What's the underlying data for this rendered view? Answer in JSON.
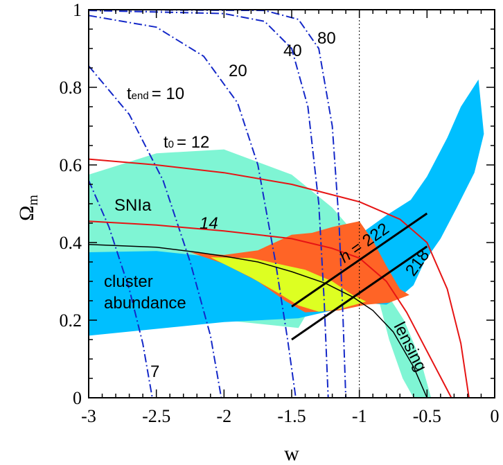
{
  "chart_data": {
    "type": "line",
    "xlabel": "w",
    "ylabel": "Ω",
    "ylabel_sub": "m",
    "xlim": [
      -3,
      0
    ],
    "ylim": [
      0,
      1
    ],
    "xticks": [
      -3,
      -2.5,
      -2,
      -1.5,
      -1,
      -0.5,
      0
    ],
    "xtick_labels": [
      "-3",
      "-2.5",
      "-2",
      "-1.5",
      "-1",
      "-0.5",
      "0"
    ],
    "yticks": [
      0,
      0.2,
      0.4,
      0.6,
      0.8,
      1
    ],
    "ytick_labels": [
      "0",
      "0.2",
      "0.4",
      "0.6",
      "0.8",
      "1"
    ],
    "grid": false,
    "colors": {
      "snia": "#7ff5d4",
      "cluster": "#00bfff",
      "orange": "#ff6426",
      "yellow": "#ddff22",
      "tend": "#1428c8",
      "t0": "#e61414",
      "lensing": "#000000",
      "h": "#000000"
    },
    "regions": [
      {
        "id": "snia",
        "polygon": [
          [
            -3,
            0.575
          ],
          [
            -2.5,
            0.63
          ],
          [
            -2,
            0.64
          ],
          [
            -1.5,
            0.575
          ],
          [
            -1.2,
            0.49
          ],
          [
            -1.05,
            0.43
          ],
          [
            -0.9,
            0.31
          ],
          [
            -0.78,
            0.15
          ],
          [
            -0.68,
            0.05
          ],
          [
            -0.6,
            0
          ],
          [
            -0.47,
            0
          ],
          [
            -0.55,
            0.1
          ],
          [
            -0.67,
            0.2
          ],
          [
            -0.8,
            0.27
          ],
          [
            -1.0,
            0.32
          ],
          [
            -1.3,
            0.27
          ],
          [
            -1.45,
            0.18
          ],
          [
            -2.0,
            0.2
          ],
          [
            -3,
            0.19
          ]
        ]
      },
      {
        "id": "cluster",
        "polygon": [
          [
            -3,
            0.375
          ],
          [
            -2.5,
            0.378
          ],
          [
            -2,
            0.36
          ],
          [
            -1.5,
            0.31
          ],
          [
            -1.2,
            0.33
          ],
          [
            -1.0,
            0.42
          ],
          [
            -0.8,
            0.47
          ],
          [
            -0.62,
            0.51
          ],
          [
            -0.5,
            0.57
          ],
          [
            -0.35,
            0.67
          ],
          [
            -0.25,
            0.75
          ],
          [
            -0.12,
            0.82
          ],
          [
            -0.08,
            0.68
          ],
          [
            -0.15,
            0.58
          ],
          [
            -0.28,
            0.49
          ],
          [
            -0.4,
            0.41
          ],
          [
            -0.52,
            0.35
          ],
          [
            -0.6,
            0.29
          ],
          [
            -0.7,
            0.26
          ],
          [
            -0.8,
            0.24
          ],
          [
            -1.0,
            0.245
          ],
          [
            -1.2,
            0.225
          ],
          [
            -1.45,
            0.205
          ],
          [
            -2.0,
            0.195
          ],
          [
            -3,
            0.16
          ]
        ]
      },
      {
        "id": "orange",
        "polygon": [
          [
            -2.25,
            0.375
          ],
          [
            -2.0,
            0.368
          ],
          [
            -1.75,
            0.38
          ],
          [
            -1.5,
            0.42
          ],
          [
            -1.35,
            0.425
          ],
          [
            -1.2,
            0.44
          ],
          [
            -1.0,
            0.455
          ],
          [
            -0.9,
            0.405
          ],
          [
            -0.8,
            0.34
          ],
          [
            -0.7,
            0.28
          ],
          [
            -0.63,
            0.265
          ],
          [
            -0.78,
            0.245
          ],
          [
            -0.95,
            0.24
          ],
          [
            -1.15,
            0.225
          ],
          [
            -1.4,
            0.22
          ],
          [
            -1.55,
            0.25
          ],
          [
            -1.75,
            0.3
          ],
          [
            -2.0,
            0.345
          ],
          [
            -2.25,
            0.375
          ]
        ]
      },
      {
        "id": "yellow",
        "polygon": [
          [
            -2.1,
            0.362
          ],
          [
            -1.8,
            0.36
          ],
          [
            -1.6,
            0.345
          ],
          [
            -1.4,
            0.33
          ],
          [
            -1.2,
            0.3
          ],
          [
            -1.05,
            0.265
          ],
          [
            -0.95,
            0.248
          ],
          [
            -1.15,
            0.228
          ],
          [
            -1.3,
            0.222
          ],
          [
            -1.45,
            0.238
          ],
          [
            -1.6,
            0.27
          ],
          [
            -1.8,
            0.31
          ],
          [
            -2.1,
            0.362
          ]
        ]
      }
    ],
    "series": [
      {
        "group": "tend",
        "label": "7",
        "values": [
          [
            -3,
            0.56
          ],
          [
            -2.85,
            0.44
          ],
          [
            -2.7,
            0.28
          ],
          [
            -2.6,
            0.14
          ],
          [
            -2.53,
            0
          ]
        ]
      },
      {
        "group": "tend",
        "label": "10",
        "values": [
          [
            -3,
            0.855
          ],
          [
            -2.7,
            0.73
          ],
          [
            -2.45,
            0.56
          ],
          [
            -2.25,
            0.35
          ],
          [
            -2.1,
            0.16
          ],
          [
            -2.02,
            0
          ]
        ]
      },
      {
        "group": "tend",
        "label": "20",
        "values": [
          [
            -3,
            0.985
          ],
          [
            -2.5,
            0.955
          ],
          [
            -2.15,
            0.88
          ],
          [
            -1.9,
            0.76
          ],
          [
            -1.75,
            0.6
          ],
          [
            -1.62,
            0.35
          ],
          [
            -1.53,
            0.15
          ],
          [
            -1.47,
            0
          ]
        ]
      },
      {
        "group": "tend",
        "label": "40",
        "values": [
          [
            -3,
            0.998
          ],
          [
            -2,
            0.99
          ],
          [
            -1.7,
            0.97
          ],
          [
            -1.5,
            0.9
          ],
          [
            -1.38,
            0.75
          ],
          [
            -1.3,
            0.5
          ],
          [
            -1.26,
            0.25
          ],
          [
            -1.23,
            0
          ]
        ]
      },
      {
        "group": "tend",
        "label": "80",
        "values": [
          [
            -3,
            1
          ],
          [
            -1.7,
            0.998
          ],
          [
            -1.45,
            0.975
          ],
          [
            -1.3,
            0.9
          ],
          [
            -1.2,
            0.7
          ],
          [
            -1.15,
            0.45
          ],
          [
            -1.12,
            0.2
          ],
          [
            -1.1,
            0
          ]
        ]
      },
      {
        "group": "t0",
        "label": "12",
        "values": [
          [
            -3,
            0.615
          ],
          [
            -2.5,
            0.6
          ],
          [
            -2,
            0.58
          ],
          [
            -1.5,
            0.55
          ],
          [
            -1,
            0.505
          ],
          [
            -0.7,
            0.46
          ],
          [
            -0.5,
            0.4
          ],
          [
            -0.35,
            0.28
          ],
          [
            -0.25,
            0.14
          ],
          [
            -0.19,
            0
          ]
        ]
      },
      {
        "group": "t0",
        "label": "14",
        "values": [
          [
            -3,
            0.455
          ],
          [
            -2.5,
            0.445
          ],
          [
            -2,
            0.43
          ],
          [
            -1.5,
            0.41
          ],
          [
            -1.2,
            0.385
          ],
          [
            -1,
            0.36
          ],
          [
            -0.8,
            0.3
          ],
          [
            -0.65,
            0.22
          ],
          [
            -0.5,
            0.12
          ],
          [
            -0.38,
            0.04
          ],
          [
            -0.32,
            0
          ]
        ]
      },
      {
        "group": "lensing",
        "label": "lensing",
        "values": [
          [
            -3,
            0.395
          ],
          [
            -2.5,
            0.388
          ],
          [
            -2.2,
            0.375
          ],
          [
            -2,
            0.365
          ],
          [
            -1.75,
            0.35
          ],
          [
            -1.5,
            0.325
          ],
          [
            -1.25,
            0.295
          ],
          [
            -1.05,
            0.26
          ],
          [
            -0.9,
            0.225
          ],
          [
            -0.75,
            0.17
          ],
          [
            -0.6,
            0.08
          ],
          [
            -0.5,
            0
          ]
        ]
      },
      {
        "group": "h",
        "label": "222",
        "values": [
          [
            -1.5,
            0.235
          ],
          [
            -0.5,
            0.475
          ]
        ]
      },
      {
        "group": "h",
        "label": "218",
        "values": [
          [
            -1.5,
            0.15
          ],
          [
            -0.5,
            0.39
          ]
        ]
      }
    ],
    "vertical_line": {
      "x": -1,
      "style": "dotted"
    },
    "annotations": {
      "tend_prefix": "t",
      "tend_sub": "end",
      "tend_value": "= 10",
      "t0_prefix": "t",
      "t0_sub": "0",
      "t0_value": "= 12",
      "t14": "14",
      "l20": "20",
      "l40": "40",
      "l80": "80",
      "l7": "7",
      "snia": "SNIa",
      "cluster1": "cluster",
      "cluster2": "abundance",
      "lensing": "lensing",
      "h_prefix": "h",
      "h_value": " = 222",
      "h218": "218"
    }
  }
}
